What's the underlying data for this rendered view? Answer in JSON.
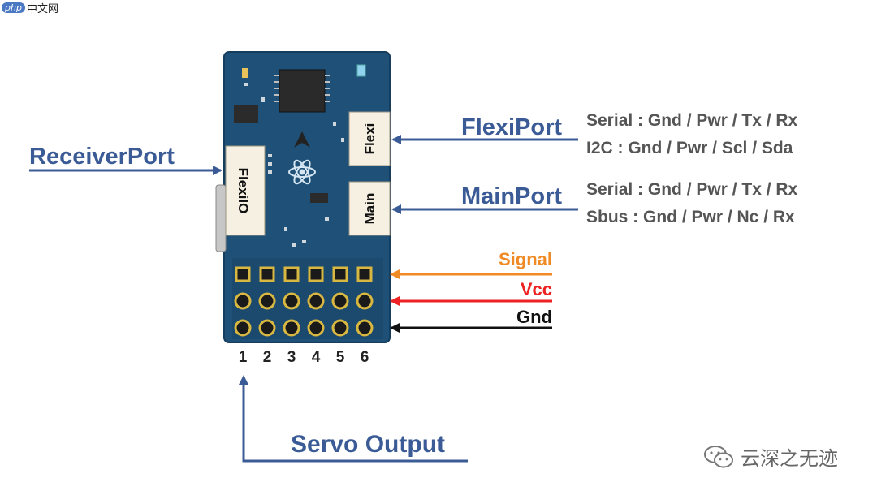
{
  "watermark": {
    "badge": "php",
    "site": "中文网"
  },
  "board": {
    "flexi_label": "Flexi",
    "main_label": "Main",
    "flexiio_label": "FlexiIO",
    "pin_numbers": [
      "1",
      "2",
      "3",
      "4",
      "5",
      "6"
    ]
  },
  "labels": {
    "receiver_port": "ReceiverPort",
    "flexi_port": "FlexiPort",
    "main_port": "MainPort",
    "servo_output": "Servo Output"
  },
  "flexi_port_modes": [
    "Serial : Gnd / Pwr / Tx / Rx",
    "I2C : Gnd / Pwr / Scl / Sda"
  ],
  "main_port_modes": [
    "Serial : Gnd / Pwr / Tx / Rx",
    "Sbus : Gnd / Pwr / Nc / Rx"
  ],
  "servo_rows": [
    {
      "label": "Signal",
      "color": "#f08a24"
    },
    {
      "label": "Vcc",
      "color": "#ee2222"
    },
    {
      "label": "Gnd",
      "color": "#111111"
    }
  ],
  "colors": {
    "accent_blue": "#3b5b96",
    "board": "#1f5178",
    "pad_gold": "#d9b842"
  },
  "footer": {
    "account": "云深之无迹"
  }
}
